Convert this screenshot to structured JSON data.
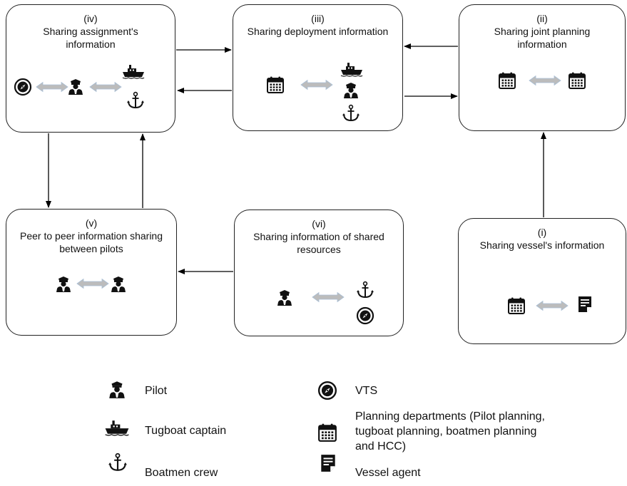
{
  "boxes": {
    "iv": {
      "num": "(iv)",
      "line1": "Sharing assignment's",
      "line2": "information"
    },
    "iii": {
      "num": "(iii)",
      "line1": "Sharing deployment information"
    },
    "ii": {
      "num": "(ii)",
      "line1": "Sharing joint planning",
      "line2": "information"
    },
    "v": {
      "num": "(v)",
      "line1": "Peer to peer information sharing",
      "line2": "between pilots"
    },
    "vi": {
      "num": "(vi)",
      "line1": "Sharing information of shared",
      "line2": "resources"
    },
    "i": {
      "num": "(i)",
      "line1": "Sharing vessel's information"
    }
  },
  "legend": {
    "pilot": "Pilot",
    "tugboat": "Tugboat captain",
    "boatmen": "Boatmen crew",
    "vts": "VTS",
    "planning_line1": "Planning departments (Pilot planning,",
    "planning_line2": "tugboat planning, boatmen planning",
    "planning_line3": "and HCC)",
    "agent": "Vessel agent"
  },
  "colors": {
    "connector": "#000000",
    "double_arrow_fill": "#bcbcbc",
    "double_arrow_edge": "#a9bfd6"
  },
  "icons": [
    "pilot-icon",
    "tugboat-icon",
    "anchor-icon",
    "vts-compass-icon",
    "calendar-icon",
    "document-icon"
  ]
}
